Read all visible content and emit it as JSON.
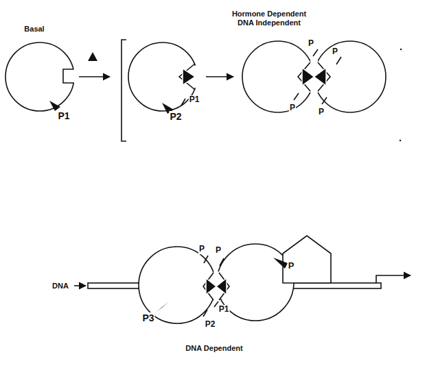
{
  "diagram": {
    "labels": [
      "Basal",
      "Hormone Dependent DNA Independent",
      "P1",
      "P1",
      "P2",
      "P",
      "P",
      "P",
      "P",
      "DNA",
      "P",
      "P",
      "P",
      "P1",
      "P2",
      "P3",
      "DNA Dependent"
    ]
  }
}
